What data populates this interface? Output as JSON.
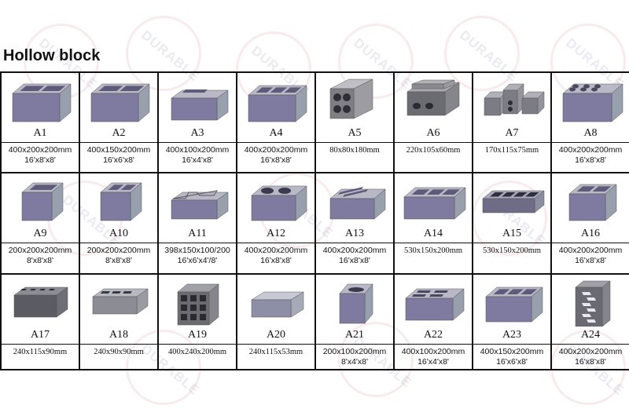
{
  "title": "Hollow block",
  "watermark_text": "DURABLE",
  "colors": {
    "block_face": "#7f7ba0",
    "block_top": "#b9b8c6",
    "block_side": "#98a0ad",
    "grid_line": "#111111"
  },
  "blocks": [
    {
      "code": "A1",
      "size": "400x200x200mm",
      "inch": "16'x8'x8'",
      "icon": "two-cavity-block-icon"
    },
    {
      "code": "A2",
      "size": "400x150x200mm",
      "inch": "16'x6'x8'",
      "icon": "two-cavity-block-icon"
    },
    {
      "code": "A3",
      "size": "400x100x200mm",
      "inch": "16'x4'x8'",
      "icon": "slot-block-icon"
    },
    {
      "code": "A4",
      "size": "400x200x200mm",
      "inch": "16'x8'x8'",
      "icon": "three-cavity-block-icon"
    },
    {
      "code": "A5",
      "size": "80x80x180mm",
      "inch": "",
      "icon": "four-hole-block-icon"
    },
    {
      "code": "A6",
      "size": "220x105x60mm",
      "inch": "",
      "icon": "dark-hollow-block-icon"
    },
    {
      "code": "A7",
      "size": "170x115x75mm",
      "inch": "",
      "icon": "small-block-group-icon"
    },
    {
      "code": "A8",
      "size": "400x200x200mm",
      "inch": "16'x8'x8'",
      "icon": "six-hole-block-icon"
    },
    {
      "code": "A9",
      "size": "200x200x200mm",
      "inch": "8'x8'x8'",
      "icon": "cube-block-icon"
    },
    {
      "code": "A10",
      "size": "200x200x200mm",
      "inch": "8'x8'x8'",
      "icon": "four-cavity-cube-icon"
    },
    {
      "code": "A11",
      "size": "398x150x100/200",
      "inch": "16'x6'x4'/8'",
      "icon": "stepped-block-icon"
    },
    {
      "code": "A12",
      "size": "400x200x200mm",
      "inch": "16'x8'x8'",
      "icon": "round-hole-block-icon"
    },
    {
      "code": "A13",
      "size": "400x200x200mm",
      "inch": "16'x8'x8'",
      "icon": "channel-block-icon"
    },
    {
      "code": "A14",
      "size": "530x150x200mm",
      "inch": "",
      "icon": "long-cavity-block-icon"
    },
    {
      "code": "A15",
      "size": "530x150x200mm",
      "inch": "",
      "icon": "open-frame-block-icon"
    },
    {
      "code": "A16",
      "size": "400x200x200mm",
      "inch": "16'x8'x8'",
      "icon": "square-cavity-block-icon"
    },
    {
      "code": "A17",
      "size": "240x115x90mm",
      "inch": "",
      "icon": "dark-perforated-block-icon"
    },
    {
      "code": "A18",
      "size": "240x90x90mm",
      "inch": "",
      "icon": "grey-perforated-block-icon"
    },
    {
      "code": "A19",
      "size": "400x240x200mm",
      "inch": "",
      "icon": "grid-hole-block-icon"
    },
    {
      "code": "A20",
      "size": "240x115x53mm",
      "inch": "",
      "icon": "solid-brick-icon"
    },
    {
      "code": "A21",
      "size": "200x100x200mm",
      "inch": "8'x4'x8'",
      "icon": "oval-hole-block-icon"
    },
    {
      "code": "A22",
      "size": "400x100x200mm",
      "inch": "16'x4'x8'",
      "icon": "multi-slot-block-icon"
    },
    {
      "code": "A23",
      "size": "400x150x200mm",
      "inch": "16'x6'x8'",
      "icon": "tall-three-cavity-icon"
    },
    {
      "code": "A24",
      "size": "400x200x200mm",
      "inch": "16'x8'x8'",
      "icon": "zigzag-hole-block-icon"
    }
  ]
}
